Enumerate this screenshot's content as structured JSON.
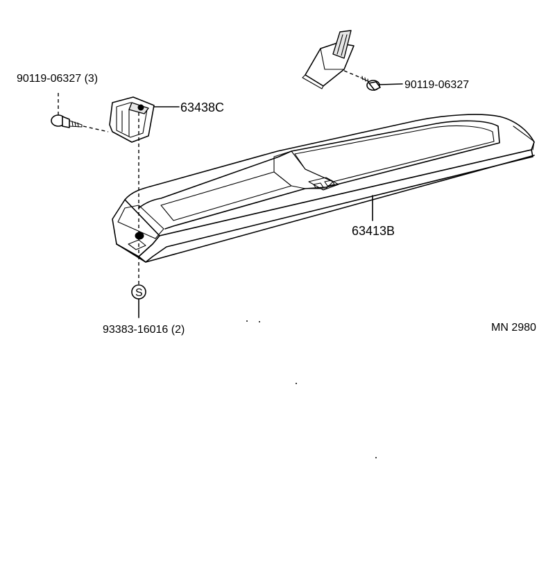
{
  "labels": {
    "screw_left": "90119-06327 (3)",
    "bracket": "63438C",
    "screw_right": "90119-06327",
    "panel": "63413B",
    "clip": "93383-16016 (2)",
    "clip_symbol": "S",
    "diagram_id": "MN 2980"
  }
}
